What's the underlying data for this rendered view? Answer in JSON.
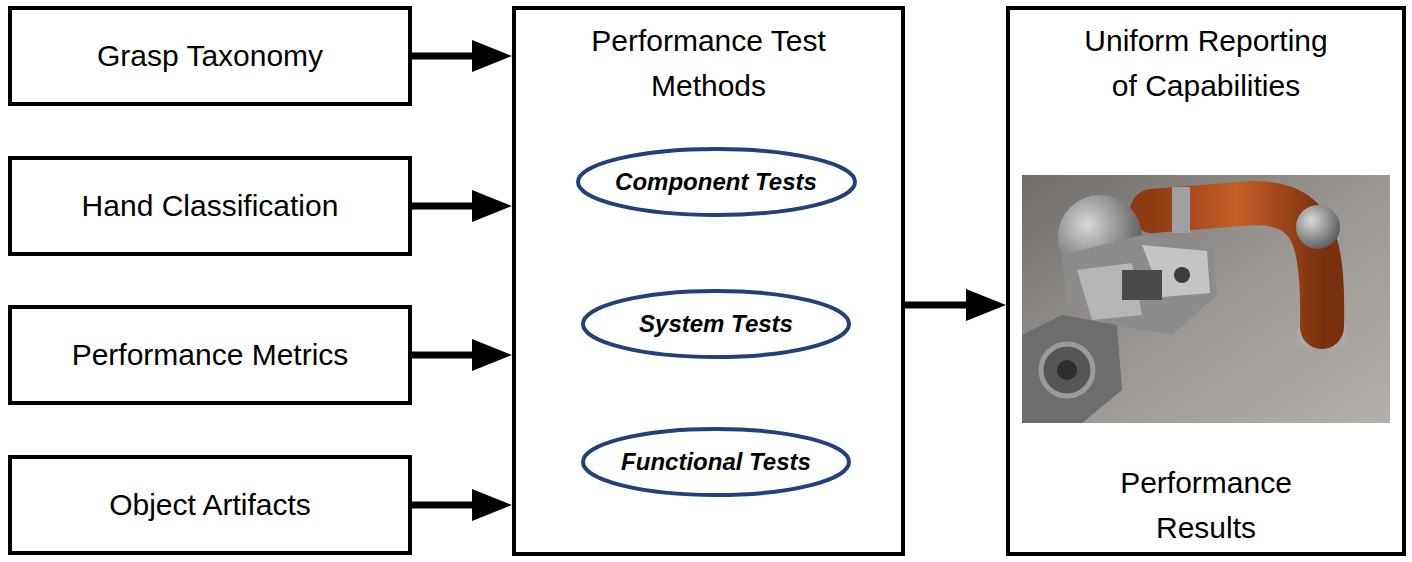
{
  "diagram": {
    "nodes": [
      {
        "text": [
          "Grasp Taxonomy"
        ]
      },
      {
        "text": [
          "Hand Classification"
        ]
      },
      {
        "text": [
          "Performance Metrics"
        ]
      },
      {
        "text": [
          "Object Artifacts"
        ]
      },
      {
        "text": [
          "Performance Test Methods"
        ]
      },
      {
        "text": [
          "Component Tests"
        ],
        "in": 4
      },
      {
        "text": [
          "System Tests"
        ],
        "in": 4
      },
      {
        "text": [
          "Functional Tests"
        ],
        "in": 4
      },
      {
        "text": [
          "Uniform Reporting of Capabilities",
          "Performance Results"
        ]
      }
    ],
    "edges": [
      {
        "from": 0,
        "to": 4,
        "arrow": "to"
      },
      {
        "from": 1,
        "to": 4,
        "arrow": "to"
      },
      {
        "from": 2,
        "to": 4,
        "arrow": "to"
      },
      {
        "from": 3,
        "to": 4,
        "arrow": "to"
      },
      {
        "from": 4,
        "to": 8,
        "arrow": "to"
      }
    ]
  }
}
